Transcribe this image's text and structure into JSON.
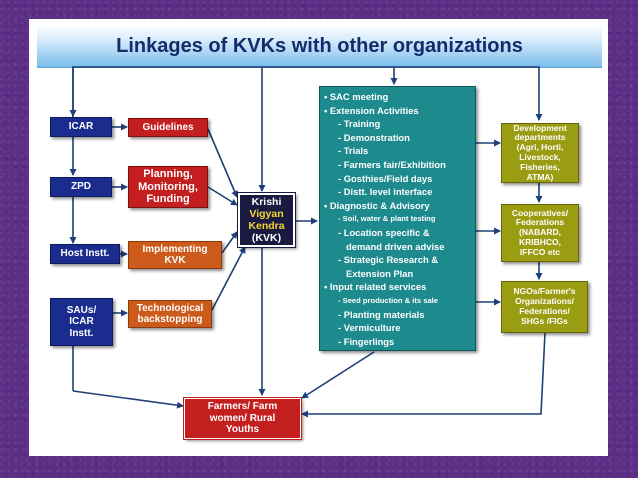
{
  "title": "Linkages of KVKs with other organizations",
  "left_column": {
    "icar": "ICAR",
    "zpd": "ZPD",
    "host": "Host Instt.",
    "saus": [
      "SAUs/",
      "ICAR",
      "Instt."
    ]
  },
  "roles": {
    "guidelines": "Guidelines",
    "planning": [
      "Planning,",
      "Monitoring,",
      "Funding"
    ],
    "implementing": [
      "Implementing",
      "KVK"
    ],
    "technological": [
      "Technological",
      "backstopping"
    ]
  },
  "kvk": [
    "Krishi",
    "Vigyan",
    "Kendra",
    "(KVK)"
  ],
  "activities": [
    {
      "text": "• SAC meeting",
      "cls": ""
    },
    {
      "text": "• Extension Activities",
      "cls": ""
    },
    {
      "text": "- Training",
      "cls": "sub"
    },
    {
      "text": "- Demonstration",
      "cls": "sub"
    },
    {
      "text": "- Trials",
      "cls": "sub"
    },
    {
      "text": "- Farmers fair/Exhibition",
      "cls": "sub"
    },
    {
      "text": "- Gosthies/Field days",
      "cls": "sub"
    },
    {
      "text": "- Distt. level interface",
      "cls": "sub"
    },
    {
      "text": "• Diagnostic & Advisory",
      "cls": ""
    },
    {
      "text": "- Soil, water & plant testing",
      "cls": "sub sm"
    },
    {
      "text": "- Location specific &",
      "cls": "sub"
    },
    {
      "text": "demand driven advise",
      "cls": "wrap"
    },
    {
      "text": "- Strategic Research &",
      "cls": "sub"
    },
    {
      "text": "Extension Plan",
      "cls": "wrap"
    },
    {
      "text": "• Input related services",
      "cls": ""
    },
    {
      "text": "- Seed production & its sale",
      "cls": "sub sm"
    },
    {
      "text": "- Planting materials",
      "cls": "sub"
    },
    {
      "text": "- Vermiculture",
      "cls": "sub"
    },
    {
      "text": "- Fingerlings",
      "cls": "sub"
    }
  ],
  "right_column": {
    "development": [
      "Development",
      "departments",
      "(Agri, Horti,",
      "Livestock,",
      "Fisheries,",
      "ATMA)"
    ],
    "cooperatives": [
      "Cooperatives/",
      "Federations",
      "(NABARD,",
      "KRIBHCO,",
      "IFFCO etc"
    ],
    "ngos": [
      "NGOs/Farmer's",
      "Organizations/",
      "Federations/",
      "SHGs /FIGs"
    ]
  },
  "farmers": [
    "Farmers/ Farm",
    "women/ Rural",
    "Youths"
  ],
  "colors": {
    "background": "#5b2f86",
    "navy": "#1a2d8f",
    "red": "#c41f1f",
    "orange": "#cc5a1a",
    "teal": "#1d8a8e",
    "olive": "#9a9d12",
    "kvk": "#1a1a40",
    "kvk_highlight": "#f5d733",
    "title_text": "#152b6b"
  }
}
